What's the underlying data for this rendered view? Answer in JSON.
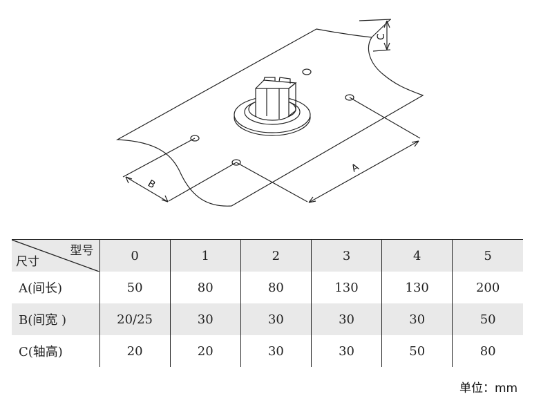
{
  "diagram": {
    "label_a": "A",
    "label_b": "B",
    "label_c": "C"
  },
  "table": {
    "corner_top_right": "型号",
    "corner_bottom_left": "尺寸",
    "models": [
      "0",
      "1",
      "2",
      "3",
      "4",
      "5"
    ],
    "rows": [
      {
        "label": "A(间长)",
        "values": [
          "50",
          "80",
          "80",
          "130",
          "130",
          "200"
        ]
      },
      {
        "label": "B(间宽 )",
        "values": [
          "20/25",
          "30",
          "30",
          "30",
          "30",
          "50"
        ]
      },
      {
        "label": "C(轴高)",
        "values": [
          "20",
          "20",
          "30",
          "30",
          "50",
          "80"
        ]
      }
    ]
  },
  "unit": "单位：mm"
}
